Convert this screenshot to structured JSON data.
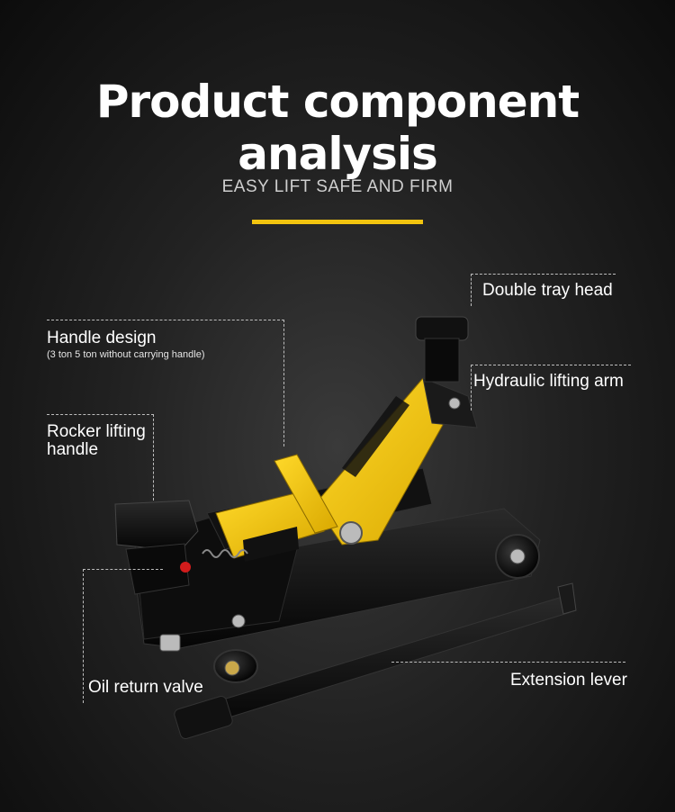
{
  "header": {
    "title": "Product component analysis",
    "subtitle": "EASY LIFT SAFE AND FIRM",
    "accent_color": "#f2c40f"
  },
  "labels": {
    "double_tray_head": "Double tray head",
    "handle_design": "Handle design",
    "handle_design_note": "(3 ton 5 ton without carrying handle)",
    "hydraulic_lifting_arm": "Hydraulic lifting arm",
    "rocker_lifting_handle_line1": "Rocker lifting",
    "rocker_lifting_handle_line2": "handle",
    "oil_return_valve": "Oil return valve",
    "extension_lever": "Extension lever"
  },
  "product": {
    "name": "floor-jack",
    "body_color": "#f2c40f",
    "frame_color": "#111111"
  }
}
